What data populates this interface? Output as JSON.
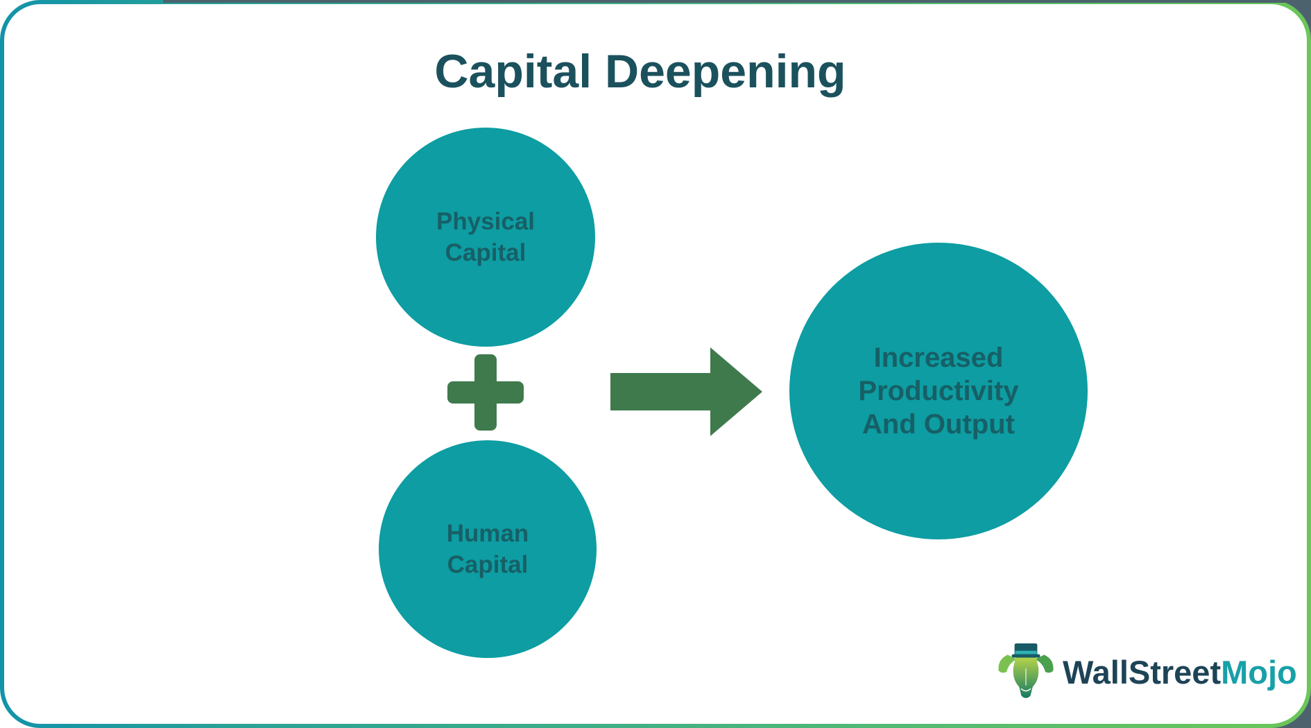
{
  "title": {
    "text": "Capital Deepening"
  },
  "nodes": {
    "physical": {
      "line1": "Physical",
      "line2": "Capital"
    },
    "human": {
      "line1": "Human",
      "line2": "Capital"
    },
    "outcome": {
      "line1": "Increased",
      "line2": "Productivity",
      "line3": "And Output"
    }
  },
  "operators": {
    "plus_icon": "plus",
    "arrow_icon": "arrow-right"
  },
  "brand": {
    "primary": "WallStreet",
    "secondary": "Mojo"
  },
  "colors": {
    "card_background": "#ffffff",
    "outer_background": "#4c636e",
    "border_gradient_left": "#1293a9",
    "border_gradient_right": "#6cc659",
    "node_fill": "#0d9da2",
    "node_text": "#175f66",
    "title_text": "#1b515d",
    "operator_green": "#3f7a4d",
    "brand_primary_color": "#1d4456",
    "brand_secondary_color": "#18a0a8"
  }
}
